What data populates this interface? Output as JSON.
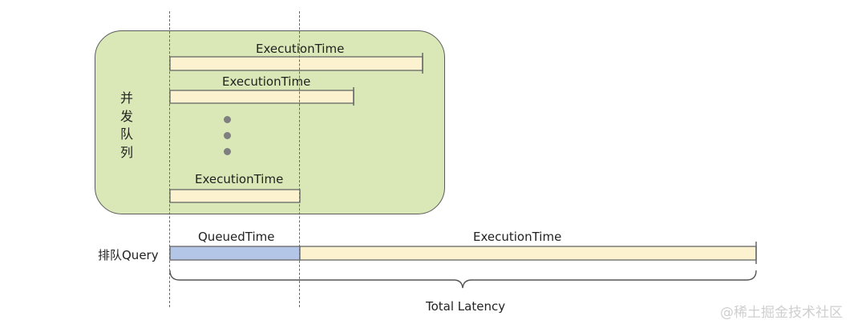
{
  "queue_box": {
    "label": "并发队列",
    "bars": [
      {
        "label": "ExecutionTime"
      },
      {
        "label": "ExecutionTime"
      },
      {
        "label": "ExecutionTime"
      }
    ],
    "ellipsis_dots": 3
  },
  "timeline": {
    "row_label": "排队Query",
    "queued_label": "QueuedTime",
    "execution_label": "ExecutionTime",
    "total_label": "Total Latency"
  },
  "colors": {
    "queue_box_fill": "#d9e8b6",
    "execution_fill": "#fdf2d0",
    "queued_fill": "#b4c6e7",
    "bar_border": "#666666"
  },
  "watermark": "@稀土掘金技术社区"
}
